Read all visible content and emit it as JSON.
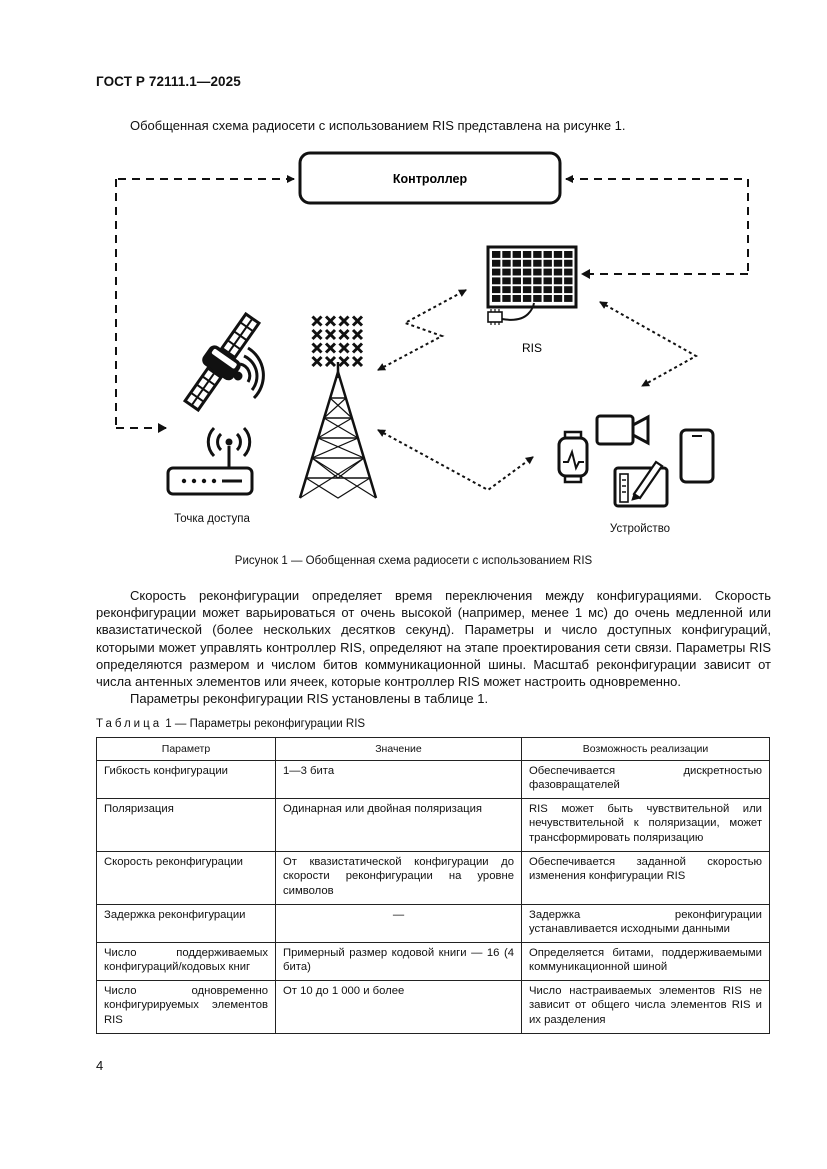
{
  "document": {
    "header": "ГОСТ Р 72111.1—2025",
    "intro": "Обобщенная схема радиосети с использованием RIS представлена на рисунке 1.",
    "page_number": "4"
  },
  "figure": {
    "controller_label": "Контроллер",
    "ris_label": "RIS",
    "access_point_label": "Точка доступа",
    "device_label": "Устройство",
    "caption": "Рисунок 1 — Обобщенная схема радиосети с использованием RIS"
  },
  "body": {
    "paragraph_1": "Скорость реконфигурации определяет время переключения между конфигурациями. Скорость реконфигурации может варьироваться от очень высокой (например, менее 1 мс) до очень медленной или квазистатической (более нескольких десятков секунд). Параметры и число доступных конфигураций, которыми может управлять контроллер RIS, определяют на этапе проектирования сети связи. Параметры RIS определяются размером и числом битов коммуникационной шины. Масштаб реконфигурации зависит от числа антенных элементов или ячеек, которые контроллер RIS может настроить одновременно.",
    "paragraph_2": "Параметры реконфигурации RIS установлены в таблице 1."
  },
  "table": {
    "caption_word": "Таблица",
    "caption_rest": " 1 — Параметры реконфигурации RIS",
    "headers": [
      "Параметр",
      "Значение",
      "Возможность реализации"
    ],
    "rows": [
      [
        "Гибкость конфигурации",
        "1—3 бита",
        "Обеспечивается дискретностью фазовращателей"
      ],
      [
        "Поляризация",
        "Одинарная или двойная поляризация",
        "RIS может быть чувствительной или нечувствительной к поляризации, может трансформировать поляризацию"
      ],
      [
        "Скорость реконфигурации",
        "От квазистатической конфигурации до скорости реконфигурации на уровне символов",
        "Обеспечивается заданной скоростью изменения конфигурации RIS"
      ],
      [
        "Задержка реконфигурации",
        "—",
        "Задержка реконфигурации устанавливается исходными данными"
      ],
      [
        "Число поддерживаемых конфигураций/кодовых книг",
        "Примерный размер кодовой книги — 16 (4 бита)",
        "Определяется битами, поддерживаемыми коммуникационной шиной"
      ],
      [
        "Число одновременно конфигурируемых элементов RIS",
        "От 10 до 1 000 и более",
        "Число настраиваемых элементов RIS не зависит от общего числа элементов RIS и их разделения"
      ]
    ]
  }
}
